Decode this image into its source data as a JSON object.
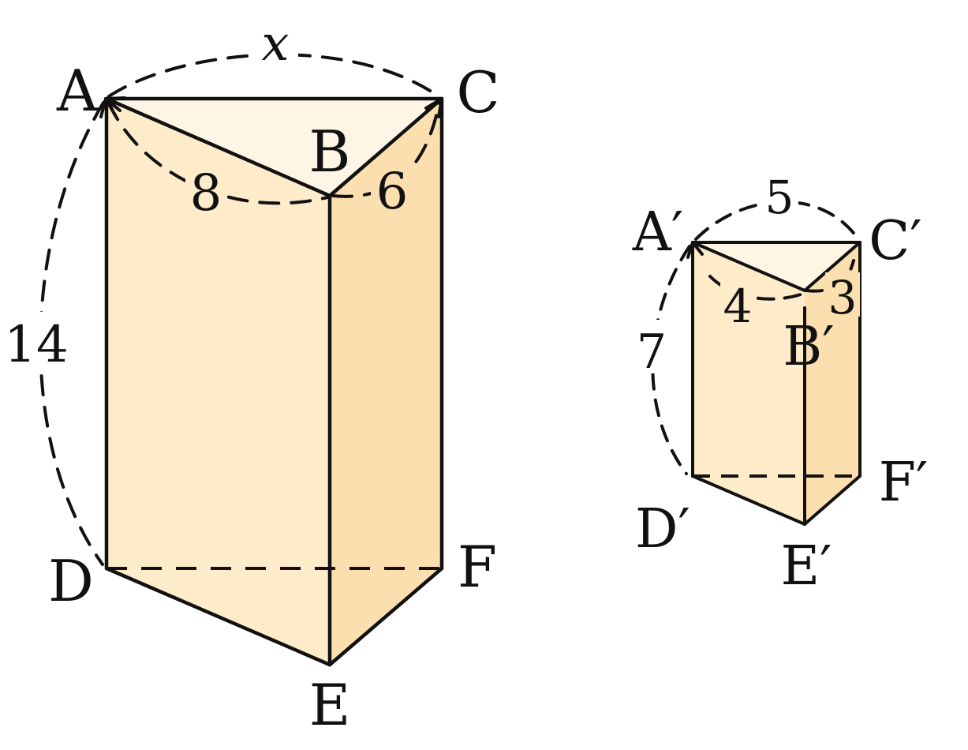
{
  "diagram": {
    "large_prism": {
      "vertices": {
        "A": "A",
        "B": "B",
        "C": "C",
        "D": "D",
        "E": "E",
        "F": "F"
      },
      "measures": {
        "ab": "8",
        "bc": "6",
        "ac": "x",
        "ad": "14"
      }
    },
    "small_prism": {
      "vertices": {
        "A": "A′",
        "B": "B′",
        "C": "C′",
        "D": "D′",
        "E": "E′",
        "F": "F′"
      },
      "measures": {
        "ab": "4",
        "bc": "3",
        "ac": "5",
        "ad": "7"
      }
    },
    "colors": {
      "face_front": "#fdebc9",
      "face_side": "#fbdfae",
      "face_top": "#fff5e4",
      "stroke": "#111111"
    }
  }
}
